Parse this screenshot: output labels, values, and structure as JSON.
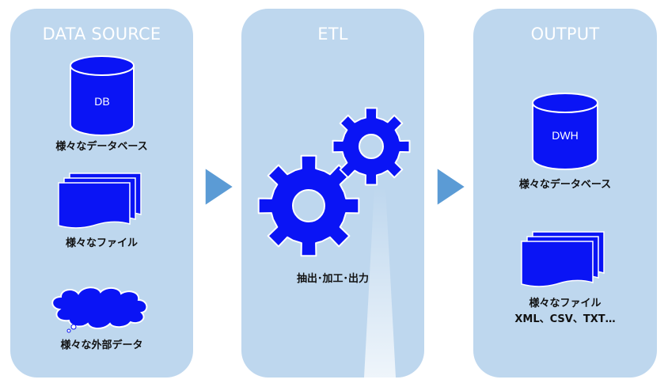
{
  "panels": {
    "source": {
      "title": "DATA SOURCE",
      "db_icon_label": "DB",
      "items": [
        "様々なデータベース",
        "様々なファイル",
        "様々な外部データ"
      ]
    },
    "etl": {
      "title": "ETL",
      "caption": "抽出･加工･出力"
    },
    "output": {
      "title": "OUTPUT",
      "dwh_icon_label": "DWH",
      "items": [
        "様々なデータベース",
        "様々なファイル"
      ],
      "formats": "XML、CSV、TXT…"
    }
  },
  "colors": {
    "panel": "#bed7ee",
    "icon_fill": "#0a14f5",
    "arrow": "#5b9bd5",
    "title_text": "#ffffff"
  },
  "icons": [
    "database-icon",
    "files-icon",
    "cloud-icon",
    "gear-icon",
    "arrow-right-icon"
  ]
}
